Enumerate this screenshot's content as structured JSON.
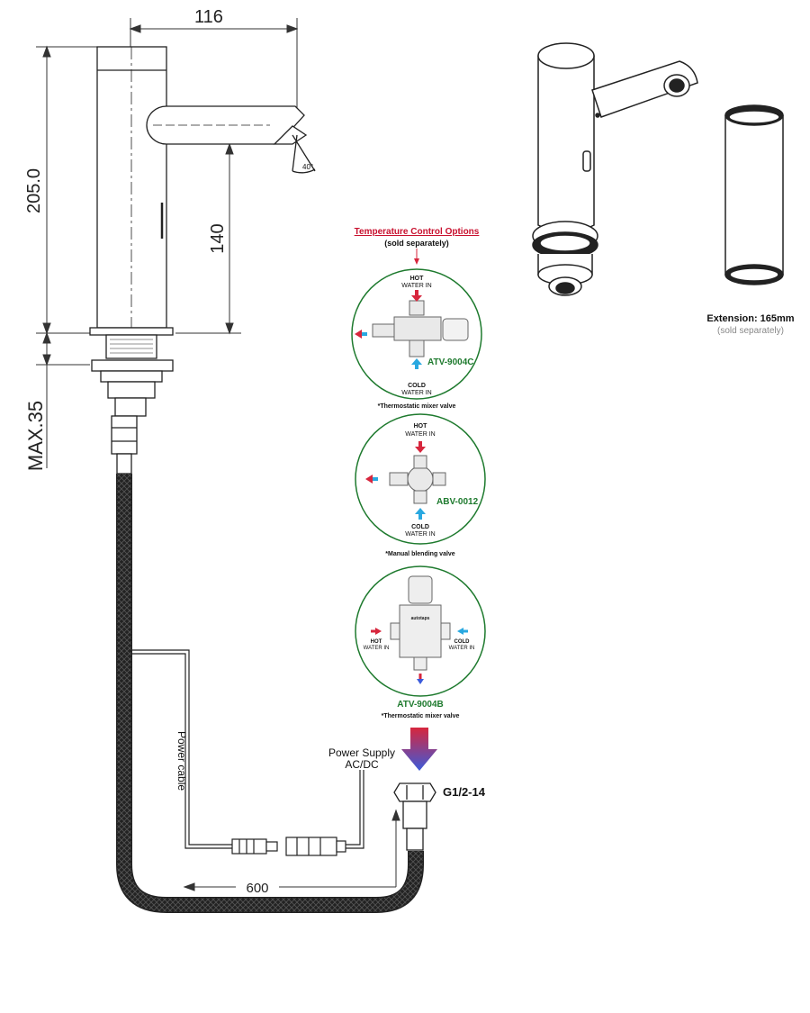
{
  "dimensions": {
    "width_label": "116",
    "height_label": "205.0",
    "spout_height_label": "140",
    "max_label": "MAX.35",
    "angle_label": "40°",
    "hose_label": "600"
  },
  "temperature_options": {
    "title": "Temperature Control Options",
    "subtitle": "(sold separately)",
    "options": [
      {
        "code": "ATV-9004C",
        "caption": "*Thermostatic mixer valve",
        "hot_label": "HOT",
        "hot_sub": "WATER IN",
        "cold_label": "COLD",
        "cold_sub": "WATER IN"
      },
      {
        "code": "ABV-0012",
        "caption": "*Manual blending valve",
        "hot_label": "HOT",
        "hot_sub": "WATER IN",
        "cold_label": "COLD",
        "cold_sub": "WATER IN"
      },
      {
        "code": "ATV-9004B",
        "caption": "*Thermostatic mixer valve",
        "hot_label": "HOT",
        "hot_sub": "WATER IN",
        "cold_label": "COLD",
        "cold_sub": "WATER IN",
        "brand": "autotaps"
      }
    ]
  },
  "labels": {
    "power_cable": "Power cable",
    "power_supply_line1": "Power Supply",
    "power_supply_line2": "AC/DC",
    "thread": "G1/2-14"
  },
  "extension": {
    "label": "Extension: 165mm",
    "subtitle": "(sold separately)"
  },
  "colors": {
    "line": "#222222",
    "green": "#1e7a2e",
    "hot": "#d7263d",
    "cold": "#29a8e0",
    "title_red": "#c8102e"
  }
}
